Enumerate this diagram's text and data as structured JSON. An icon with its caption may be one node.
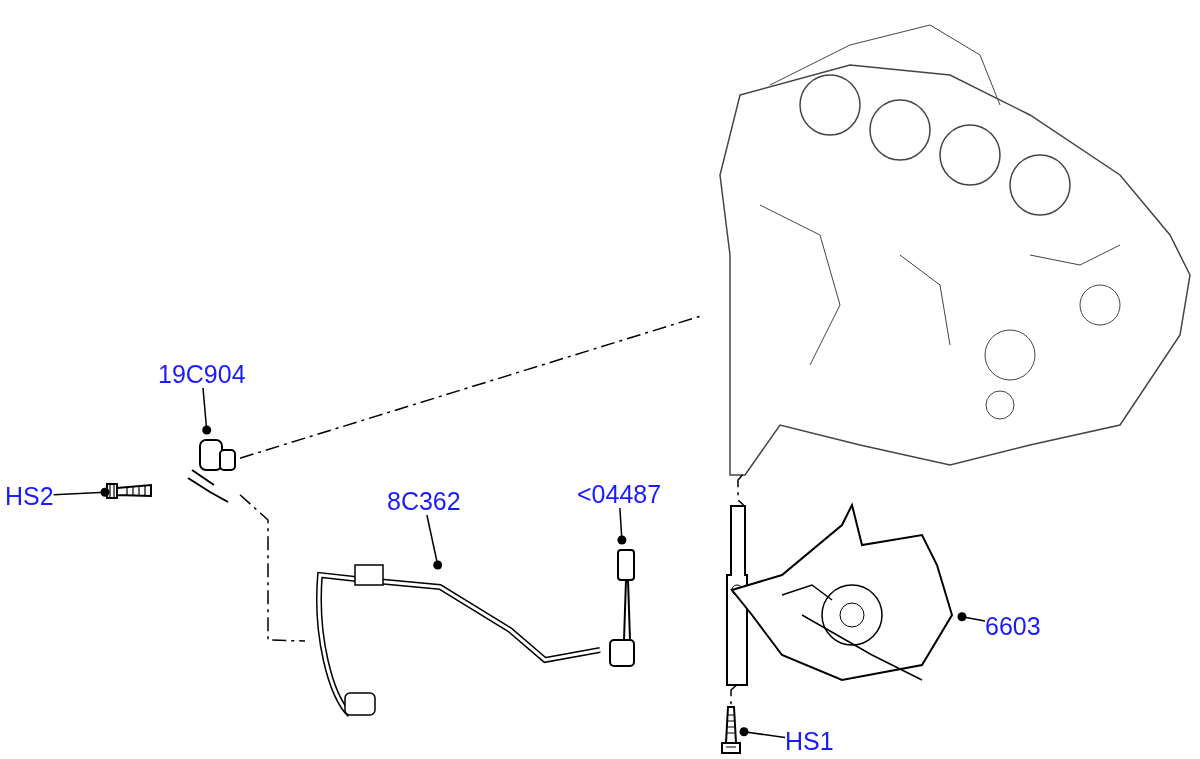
{
  "diagram": {
    "nodes": [
      {
        "text": [],
        "shape": "picture"
      },
      {
        "text": [
          "19C904"
        ]
      },
      {
        "text": [],
        "shape": "picture"
      },
      {
        "text": [
          "HS2"
        ]
      },
      {
        "text": [],
        "shape": "picture"
      },
      {
        "text": [
          "8C362"
        ]
      },
      {
        "text": [],
        "shape": "picture"
      },
      {
        "text": [
          "<04487"
        ]
      },
      {
        "text": [],
        "shape": "picture"
      },
      {
        "text": [
          "6603"
        ]
      },
      {
        "text": [],
        "shape": "picture"
      },
      {
        "text": [
          "HS1"
        ]
      },
      {
        "text": [],
        "shape": "picture"
      }
    ],
    "edges": [
      {
        "from": 1,
        "to": 2,
        "arrow": "other"
      },
      {
        "from": 3,
        "to": 4,
        "arrow": "other"
      },
      {
        "from": 5,
        "to": 6,
        "arrow": "other"
      },
      {
        "from": 7,
        "to": 8,
        "arrow": "other"
      },
      {
        "from": 9,
        "to": 10,
        "arrow": "other"
      },
      {
        "from": 11,
        "to": 12,
        "arrow": "other"
      },
      {
        "from": 2,
        "to": 0,
        "arrow": "none",
        "style": "dashed"
      },
      {
        "from": 2,
        "to": 6,
        "arrow": "none",
        "style": "dashed"
      },
      {
        "from": 0,
        "to": 10,
        "arrow": "none",
        "style": "dashed"
      },
      {
        "from": 10,
        "to": 12,
        "arrow": "none",
        "style": "dashed"
      }
    ]
  }
}
